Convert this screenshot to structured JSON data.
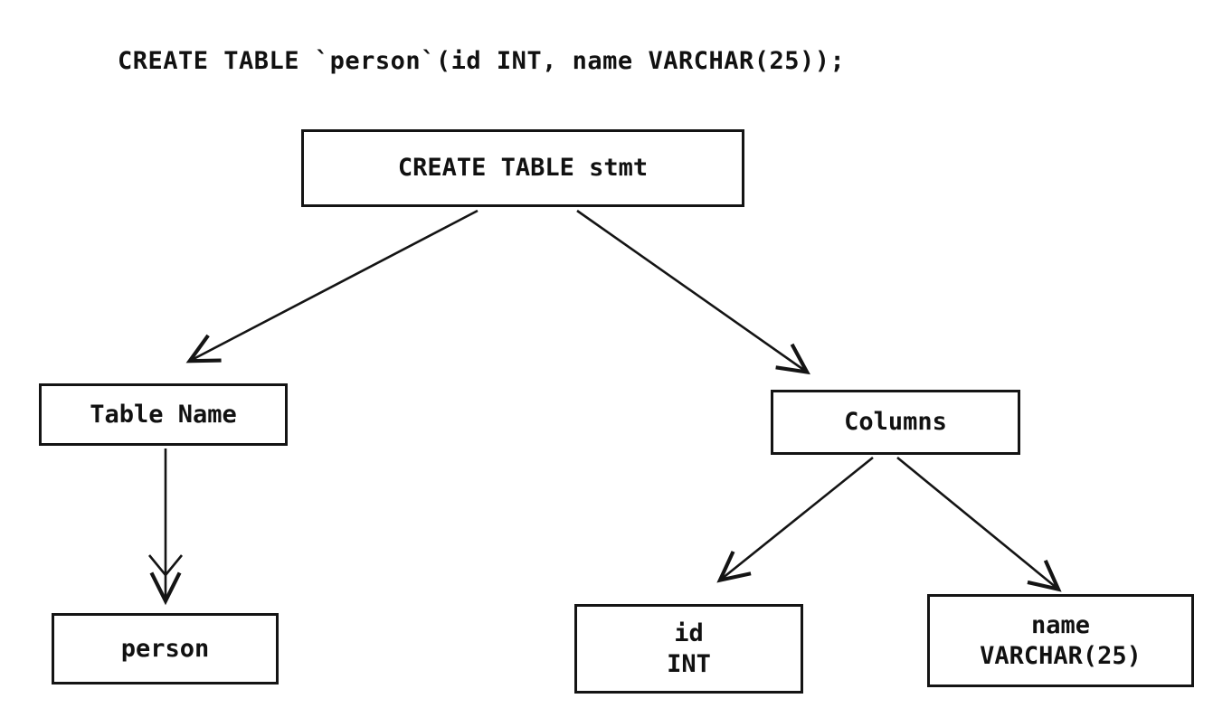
{
  "diagram": {
    "sql_statement": "CREATE TABLE `person`(id INT, name VARCHAR(25));",
    "nodes": {
      "root": {
        "label": "CREATE TABLE stmt"
      },
      "table_name": {
        "label": "Table Name"
      },
      "columns": {
        "label": "Columns"
      },
      "person": {
        "label": "person"
      },
      "id_col": {
        "line1": "id",
        "line2": "INT"
      },
      "name_col": {
        "line1": "name",
        "line2": "VARCHAR(25)"
      }
    },
    "colors": {
      "stroke": "#141414",
      "background": "#ffffff"
    }
  }
}
